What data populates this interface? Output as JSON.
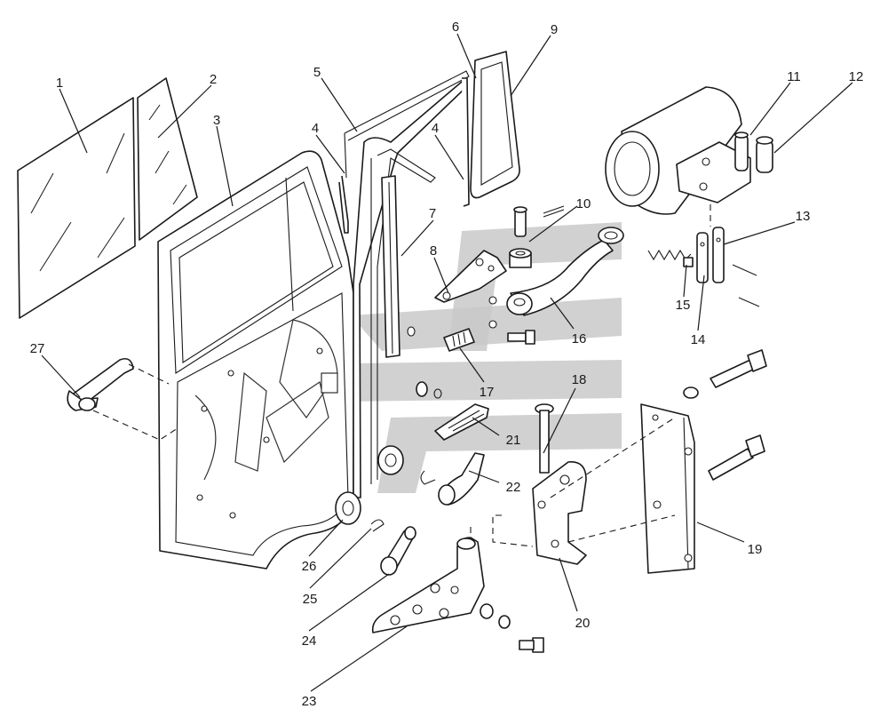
{
  "diagram": {
    "callouts": [
      {
        "number": "1"
      },
      {
        "number": "2"
      },
      {
        "number": "3"
      },
      {
        "number": "4"
      },
      {
        "number": "4"
      },
      {
        "number": "5"
      },
      {
        "number": "6"
      },
      {
        "number": "7"
      },
      {
        "number": "8"
      },
      {
        "number": "9"
      },
      {
        "number": "10"
      },
      {
        "number": "11"
      },
      {
        "number": "12"
      },
      {
        "number": "13"
      },
      {
        "number": "14"
      },
      {
        "number": "15"
      },
      {
        "number": "16"
      },
      {
        "number": "17"
      },
      {
        "number": "18"
      },
      {
        "number": "19"
      },
      {
        "number": "20"
      },
      {
        "number": "21"
      },
      {
        "number": "22"
      },
      {
        "number": "23"
      },
      {
        "number": "24"
      },
      {
        "number": "25"
      },
      {
        "number": "26"
      },
      {
        "number": "27"
      }
    ],
    "watermark_color": "#c9c9c9",
    "line_color": "#1a1a1a"
  }
}
